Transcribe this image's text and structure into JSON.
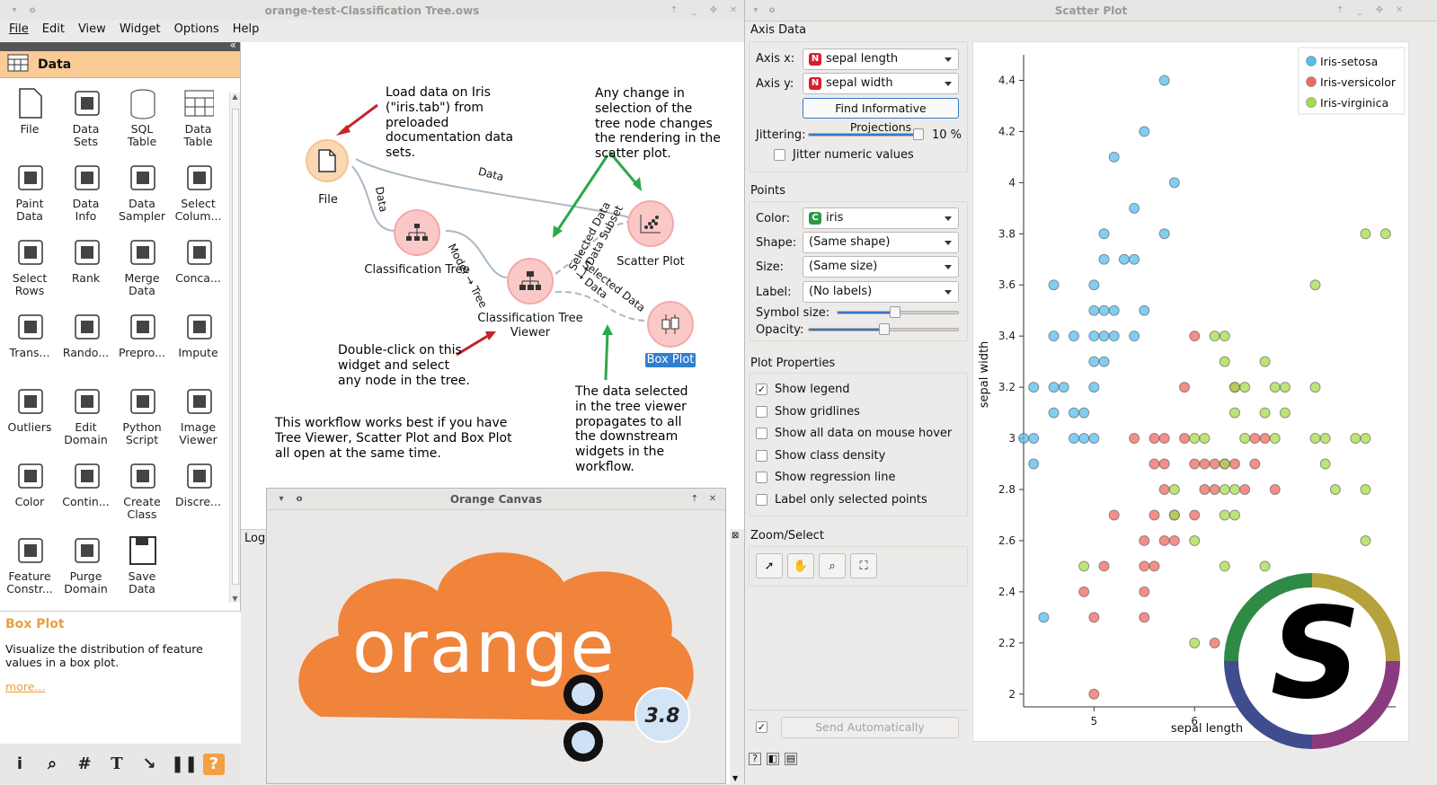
{
  "main_window": {
    "title": "orange-test-Classification Tree.ows",
    "menu": [
      "File",
      "Edit",
      "View",
      "Widget",
      "Options",
      "Help"
    ]
  },
  "toolbox": {
    "category": "Data",
    "widgets": [
      {
        "label": "File",
        "icon": "file-icon"
      },
      {
        "label": "Data\nSets",
        "icon": "datasets-icon"
      },
      {
        "label": "SQL\nTable",
        "icon": "database-icon"
      },
      {
        "label": "Data\nTable",
        "icon": "table-icon"
      },
      {
        "label": "Paint\nData",
        "icon": "paint-data-icon"
      },
      {
        "label": "Data\nInfo",
        "icon": "info-icon"
      },
      {
        "label": "Data\nSampler",
        "icon": "sampler-icon"
      },
      {
        "label": "Select\nColum...",
        "icon": "select-columns-icon"
      },
      {
        "label": "Select\nRows",
        "icon": "select-rows-icon"
      },
      {
        "label": "Rank",
        "icon": "rank-icon"
      },
      {
        "label": "Merge\nData",
        "icon": "merge-icon"
      },
      {
        "label": "Conca...",
        "icon": "concatenate-icon"
      },
      {
        "label": "Trans...",
        "icon": "transpose-icon"
      },
      {
        "label": "Rando...",
        "icon": "randomize-icon"
      },
      {
        "label": "Prepro...",
        "icon": "preprocess-icon"
      },
      {
        "label": "Impute",
        "icon": "impute-icon"
      },
      {
        "label": "Outliers",
        "icon": "outliers-icon"
      },
      {
        "label": "Edit\nDomain",
        "icon": "edit-domain-icon"
      },
      {
        "label": "Python\nScript",
        "icon": "python-icon"
      },
      {
        "label": "Image\nViewer",
        "icon": "image-viewer-icon"
      },
      {
        "label": "Color",
        "icon": "palette-icon"
      },
      {
        "label": "Contin...",
        "icon": "continuize-icon"
      },
      {
        "label": "Create\nClass",
        "icon": "create-class-icon"
      },
      {
        "label": "Discre...",
        "icon": "discretize-icon"
      },
      {
        "label": "Feature\nConstr...",
        "icon": "feature-constructor-icon"
      },
      {
        "label": "Purge\nDomain",
        "icon": "purge-domain-icon"
      },
      {
        "label": "Save\nData",
        "icon": "save-icon"
      }
    ]
  },
  "help": {
    "title": "Box Plot",
    "text": "Visualize the distribution of feature values in a box plot.",
    "more": "more..."
  },
  "canvas": {
    "notes": {
      "load": "Load data on Iris (\"iris.tab\") from preloaded documentation data sets.",
      "change": "Any change in selection of the tree node changes the rendering in the scatter plot.",
      "dblclick": "Double-click on this widget and select any node in the tree.",
      "workflow": "This workflow works best if you have Tree Viewer, Scatter Plot and Box Plot all open at the same time.",
      "propagate": "The data selected in the tree viewer propagates to all the downstream widgets in the workflow."
    },
    "nodes": {
      "file": "File",
      "tree": "Classification Tree",
      "viewer": "Classification Tree\nViewer",
      "scatter": "Scatter Plot",
      "boxplot": "Box Plot"
    },
    "links": {
      "data1": "Data",
      "data2": "Data",
      "model": "Model → Tree",
      "sel1": "Selected Data\n→ Data Subset",
      "sel2": "Selected Data\n→ Data"
    },
    "log": "Log"
  },
  "splash": {
    "title": "Orange Canvas",
    "logo_text": "orange",
    "version": "3.8"
  },
  "scatter_window": {
    "title": "Scatter Plot",
    "axis_section": "Axis Data",
    "axis_x_label": "Axis x:",
    "axis_x_value": "sepal length",
    "axis_y_label": "Axis y:",
    "axis_y_value": "sepal width",
    "find_button": "Find Informative Projections",
    "jitter_label": "Jittering:",
    "jitter_value": "10 %",
    "jitter_numeric": "Jitter numeric values",
    "points_section": "Points",
    "color_label": "Color:",
    "color_value": "iris",
    "shape_label": "Shape:",
    "shape_value": "(Same shape)",
    "size_label": "Size:",
    "size_value": "(Same size)",
    "label_label": "Label:",
    "label_value": "(No labels)",
    "symbol_size_label": "Symbol size:",
    "opacity_label": "Opacity:",
    "plot_props_section": "Plot Properties",
    "plot_props": [
      {
        "label": "Show legend",
        "checked": true
      },
      {
        "label": "Show gridlines",
        "checked": false
      },
      {
        "label": "Show all data on mouse hover",
        "checked": false
      },
      {
        "label": "Show class density",
        "checked": false
      },
      {
        "label": "Show regression line",
        "checked": false
      },
      {
        "label": "Label only selected points",
        "checked": false
      }
    ],
    "zoom_section": "Zoom/Select",
    "send_button": "Send Automatically"
  },
  "chart_data": {
    "type": "scatter",
    "xlabel": "sepal length",
    "ylabel": "sepal width",
    "xticks": [
      5,
      6
    ],
    "yticks": [
      2,
      2.2,
      2.4,
      2.6,
      2.8,
      3,
      3.2,
      3.4,
      3.6,
      3.8,
      4,
      4.2,
      4.4
    ],
    "xlim": [
      4.3,
      8.0
    ],
    "ylim": [
      1.95,
      4.5
    ],
    "legend_position": "top-right",
    "series": [
      {
        "name": "Iris-setosa",
        "color": "#55bdef",
        "points": [
          [
            5.7,
            4.4
          ],
          [
            5.5,
            4.2
          ],
          [
            5.2,
            4.1
          ],
          [
            5.8,
            4.0
          ],
          [
            5.4,
            3.9
          ],
          [
            5.1,
            3.8
          ],
          [
            5.7,
            3.8
          ],
          [
            5.1,
            3.7
          ],
          [
            5.3,
            3.7
          ],
          [
            5.4,
            3.7
          ],
          [
            4.6,
            3.6
          ],
          [
            5.0,
            3.6
          ],
          [
            5.0,
            3.5
          ],
          [
            5.1,
            3.5
          ],
          [
            5.2,
            3.5
          ],
          [
            5.5,
            3.5
          ],
          [
            4.6,
            3.4
          ],
          [
            4.8,
            3.4
          ],
          [
            5.0,
            3.4
          ],
          [
            5.1,
            3.4
          ],
          [
            5.2,
            3.4
          ],
          [
            5.4,
            3.4
          ],
          [
            5.0,
            3.3
          ],
          [
            5.1,
            3.3
          ],
          [
            4.4,
            3.2
          ],
          [
            4.6,
            3.2
          ],
          [
            4.7,
            3.2
          ],
          [
            5.0,
            3.2
          ],
          [
            4.6,
            3.1
          ],
          [
            4.8,
            3.1
          ],
          [
            4.9,
            3.1
          ],
          [
            4.3,
            3.0
          ],
          [
            4.4,
            3.0
          ],
          [
            4.8,
            3.0
          ],
          [
            4.9,
            3.0
          ],
          [
            5.0,
            3.0
          ],
          [
            4.4,
            2.9
          ],
          [
            4.5,
            2.3
          ]
        ]
      },
      {
        "name": "Iris-versicolor",
        "color": "#ef6a5f",
        "points": [
          [
            6.0,
            3.4
          ],
          [
            5.9,
            3.2
          ],
          [
            6.4,
            3.2
          ],
          [
            5.4,
            3.0
          ],
          [
            5.6,
            3.0
          ],
          [
            5.7,
            3.0
          ],
          [
            5.9,
            3.0
          ],
          [
            6.6,
            3.0
          ],
          [
            6.7,
            3.0
          ],
          [
            5.6,
            2.9
          ],
          [
            5.7,
            2.9
          ],
          [
            6.0,
            2.9
          ],
          [
            6.1,
            2.9
          ],
          [
            6.2,
            2.9
          ],
          [
            6.3,
            2.9
          ],
          [
            6.4,
            2.9
          ],
          [
            6.6,
            2.9
          ],
          [
            5.7,
            2.8
          ],
          [
            6.1,
            2.8
          ],
          [
            6.2,
            2.8
          ],
          [
            6.5,
            2.8
          ],
          [
            6.8,
            2.8
          ],
          [
            5.2,
            2.7
          ],
          [
            5.6,
            2.7
          ],
          [
            5.8,
            2.7
          ],
          [
            6.0,
            2.7
          ],
          [
            5.5,
            2.6
          ],
          [
            5.7,
            2.6
          ],
          [
            5.8,
            2.6
          ],
          [
            5.5,
            2.5
          ],
          [
            5.6,
            2.5
          ],
          [
            5.1,
            2.5
          ],
          [
            4.9,
            2.4
          ],
          [
            5.5,
            2.4
          ],
          [
            5.0,
            2.3
          ],
          [
            5.5,
            2.3
          ],
          [
            6.2,
            2.2
          ],
          [
            5.0,
            2.0
          ]
        ]
      },
      {
        "name": "Iris-virginica",
        "color": "#a5dc4a",
        "points": [
          [
            7.7,
            3.8
          ],
          [
            7.9,
            3.8
          ],
          [
            7.2,
            3.6
          ],
          [
            6.3,
            3.4
          ],
          [
            6.2,
            3.4
          ],
          [
            6.3,
            3.3
          ],
          [
            6.7,
            3.3
          ],
          [
            6.4,
            3.2
          ],
          [
            6.5,
            3.2
          ],
          [
            6.8,
            3.2
          ],
          [
            6.9,
            3.2
          ],
          [
            7.2,
            3.2
          ],
          [
            6.7,
            3.1
          ],
          [
            6.9,
            3.1
          ],
          [
            6.4,
            3.1
          ],
          [
            6.0,
            3.0
          ],
          [
            6.1,
            3.0
          ],
          [
            6.5,
            3.0
          ],
          [
            6.8,
            3.0
          ],
          [
            7.2,
            3.0
          ],
          [
            7.3,
            3.0
          ],
          [
            7.6,
            3.0
          ],
          [
            7.7,
            3.0
          ],
          [
            6.3,
            2.9
          ],
          [
            7.3,
            2.9
          ],
          [
            5.8,
            2.8
          ],
          [
            6.3,
            2.8
          ],
          [
            6.4,
            2.8
          ],
          [
            7.4,
            2.8
          ],
          [
            7.7,
            2.8
          ],
          [
            5.8,
            2.7
          ],
          [
            6.3,
            2.7
          ],
          [
            6.4,
            2.7
          ],
          [
            6.0,
            2.6
          ],
          [
            7.7,
            2.6
          ],
          [
            4.9,
            2.5
          ],
          [
            6.3,
            2.5
          ],
          [
            6.7,
            2.5
          ],
          [
            6.0,
            2.2
          ]
        ]
      }
    ]
  }
}
